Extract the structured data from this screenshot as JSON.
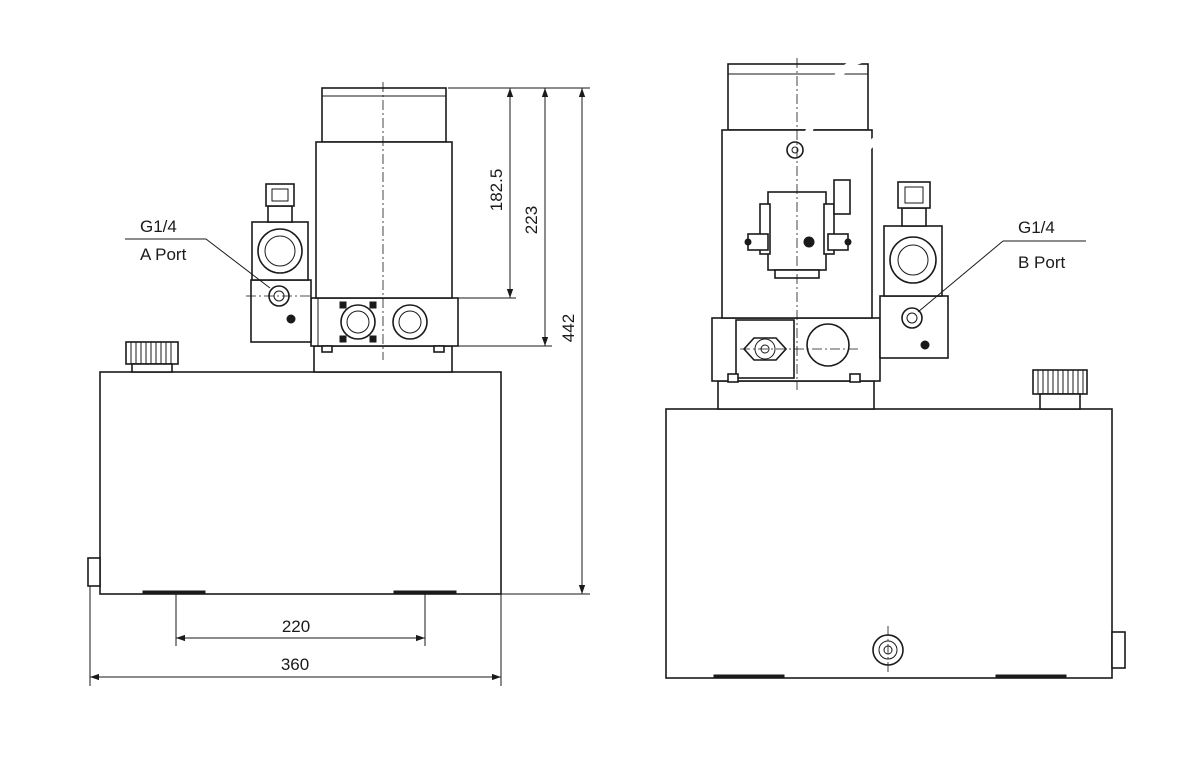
{
  "dimensions": {
    "motor_height": "182.5",
    "motor_to_base": "223",
    "total_height": "442",
    "mount_spacing": "220",
    "tank_width": "360"
  },
  "ports": {
    "a_size": "G1/4",
    "a_label": "A Port",
    "b_size": "G1/4",
    "b_label": "B Port"
  },
  "colors": {
    "line": "#1a1a1a",
    "background": "#ffffff"
  }
}
